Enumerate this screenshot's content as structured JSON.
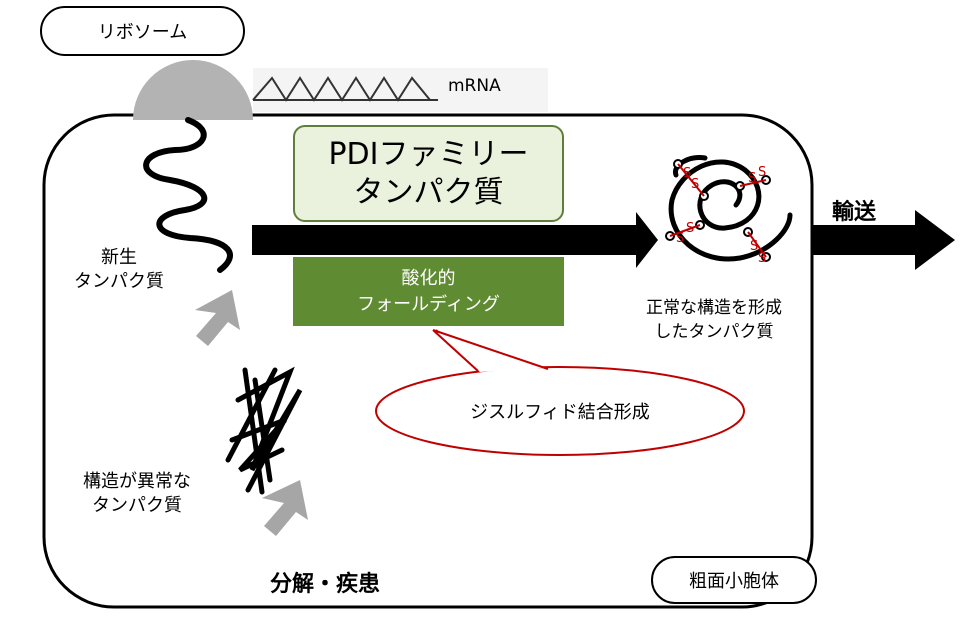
{
  "labels": {
    "ribosome": "リボソーム",
    "mrna": "mRNA",
    "pdi_line1": "PDIファミリー",
    "pdi_line2": "タンパク質",
    "folding_line1": "酸化的",
    "folding_line2": "フォールディング",
    "nascent_line1": "新生",
    "nascent_line2": "タンパク質",
    "correct_line1": "正常な構造を形成",
    "correct_line2": "したタンパク質",
    "transport": "輸送",
    "disulfide": "ジスルフィド結合形成",
    "abnormal_line1": "構造が異常な",
    "abnormal_line2": "タンパク質",
    "degradation": "分解・疾患",
    "er": "粗面小胞体",
    "sulfur": "S"
  },
  "colors": {
    "pdi_fill": "#eaf1dd",
    "pdi_border": "#5e7f3a",
    "folding_fill": "#5f8b33",
    "bubble_border": "#c00000",
    "ribosome": "#b3b3b3",
    "gray_arrow": "#a6a6a6",
    "sulfur": "#c00000"
  }
}
